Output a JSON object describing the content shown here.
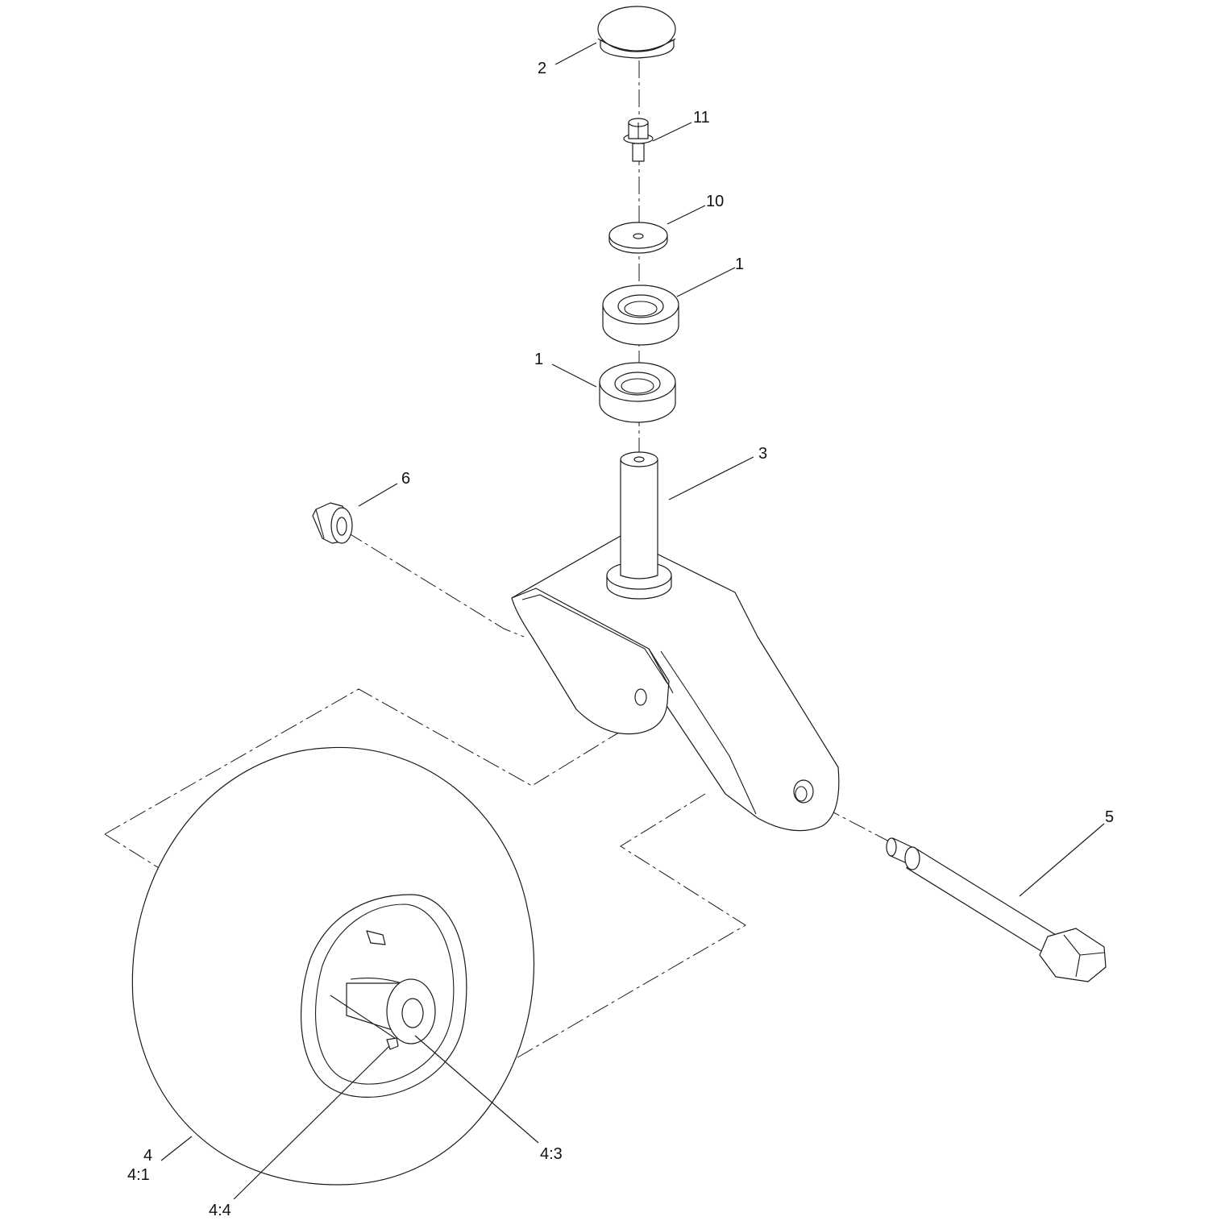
{
  "callouts": {
    "c2": "2",
    "c11": "11",
    "c10": "10",
    "c1_upper": "1",
    "c1_lower": "1",
    "c3": "3",
    "c6": "6",
    "c5": "5",
    "c4": "4",
    "c4_1": "4:1",
    "c4_3": "4:3",
    "c4_4": "4:4"
  }
}
